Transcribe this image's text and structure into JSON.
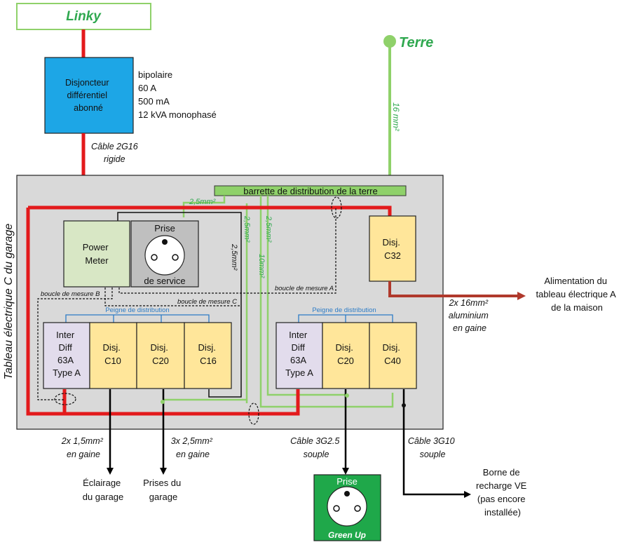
{
  "meter": {
    "name": "Linky"
  },
  "earth": {
    "name": "Terre",
    "cable": "16 mm²"
  },
  "main_breaker": {
    "lines": [
      "Disjoncteur",
      "différentiel",
      "abonné"
    ],
    "specs": [
      "bipolaire",
      "60 A",
      "500 mA",
      "12 kVA monophasé"
    ],
    "cable": [
      "Câble 2G16",
      "rigide"
    ]
  },
  "panel": {
    "title": "Tableau électrique C du garage",
    "earth_bar": "barrette de distribution de la terre",
    "power_meter": [
      "Power",
      "Meter"
    ],
    "service_outlet": [
      "Prise",
      "de service"
    ],
    "loops": {
      "a": "boucle de mesure A",
      "b": "boucle de mesure B",
      "c": "boucle de mesure C"
    },
    "wires": {
      "w1": "2,5mm²",
      "w2": "2,5mm²",
      "w3": "2,5mm²",
      "w4": "2,5mm²",
      "w5": "10mm²"
    },
    "comb": "Peigne de distribution",
    "c32": [
      "Disj.",
      "C32"
    ],
    "row_left": {
      "inter": [
        "Inter",
        "Diff",
        "63A",
        "Type A"
      ],
      "d1": [
        "Disj.",
        "C10"
      ],
      "d2": [
        "Disj.",
        "C20"
      ],
      "d3": [
        "Disj.",
        "C16"
      ]
    },
    "row_right": {
      "inter": [
        "Inter",
        "Diff",
        "63A",
        "Type A"
      ],
      "d1": [
        "Disj.",
        "C20"
      ],
      "d2": [
        "Disj.",
        "C40"
      ]
    }
  },
  "house_feed": {
    "label": [
      "Alimentation du",
      "tableau électrique A",
      "de la maison"
    ],
    "cable": [
      "2x 16mm²",
      "aluminium",
      "en gaine"
    ]
  },
  "outputs": {
    "lighting": {
      "cable": [
        "2x 1,5mm²",
        "en gaine"
      ],
      "label": [
        "Éclairage",
        "du garage"
      ]
    },
    "sockets": {
      "cable": [
        "3x 2,5mm²",
        "en gaine"
      ],
      "label": [
        "Prises du",
        "garage"
      ]
    },
    "greenup": {
      "cable": [
        "Câble 3G2.5",
        "souple"
      ],
      "title": "Prise",
      "brand": "Green Up"
    },
    "ev": {
      "cable": [
        "Câble 3G10",
        "souple"
      ],
      "label": [
        "Borne de",
        "recharge VE",
        "(pas encore",
        "installée)"
      ]
    }
  },
  "colors": {
    "phase": "#e31a1c",
    "earth": "#8fd16a",
    "earth_text": "#2fa84f",
    "brown": "#b0392c",
    "panel_bg": "#d9d9d9",
    "breaker_fill": "#ffe69a",
    "inter_fill": "#e2dcec",
    "meter_fill": "#d8e7c5",
    "disj_blue": "#1da6e6",
    "comb_blue": "#2d7cc6",
    "greenup_green": "#1fa84a"
  }
}
